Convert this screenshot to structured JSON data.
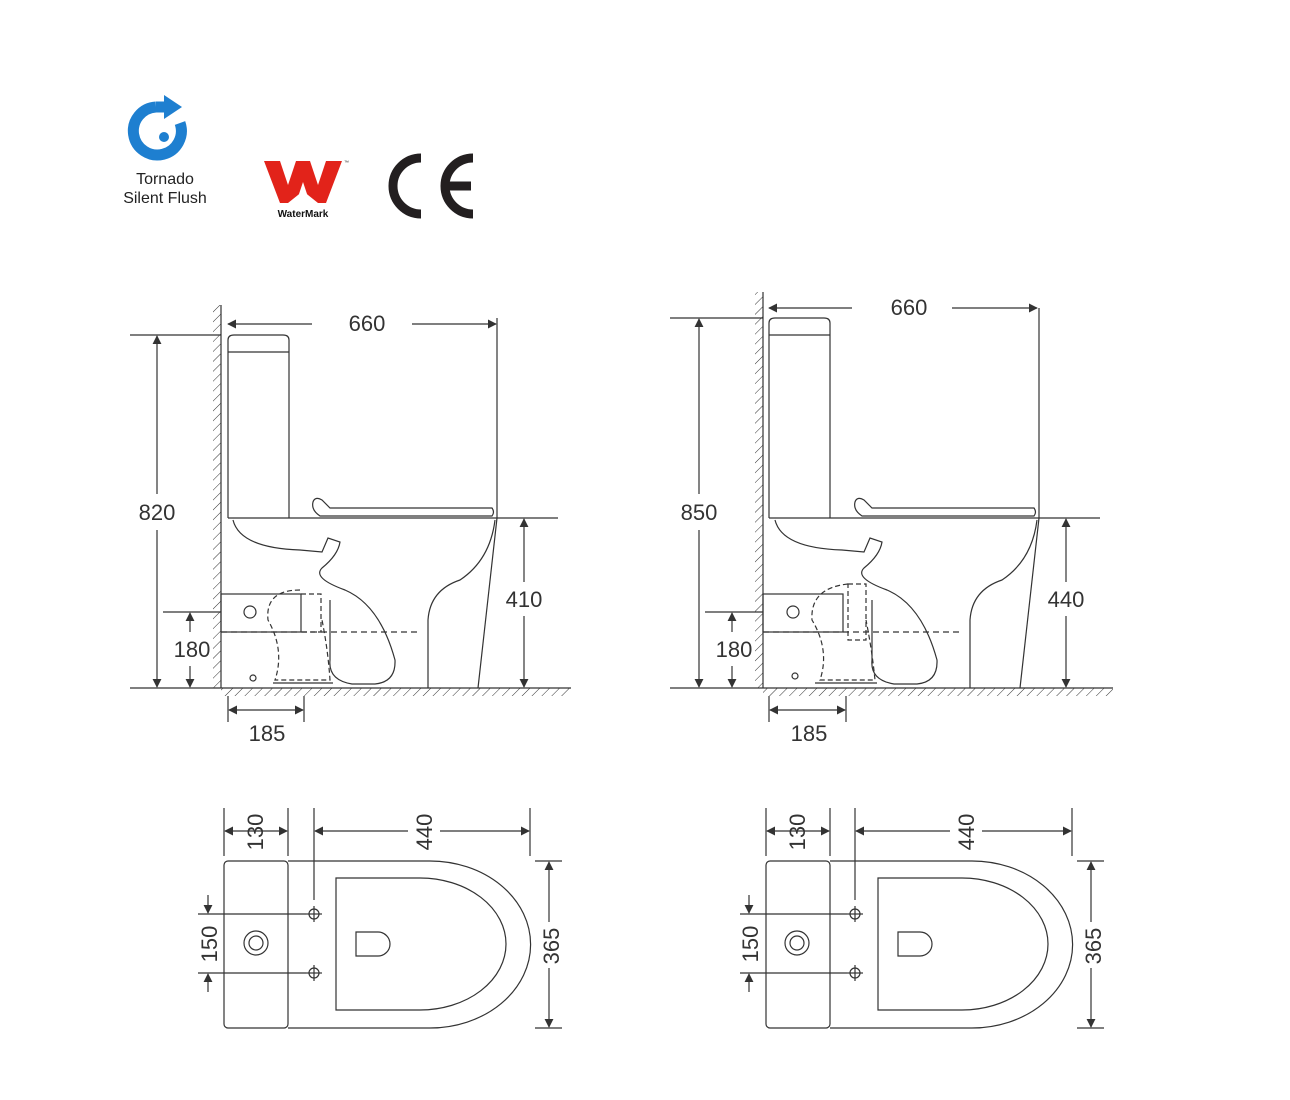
{
  "logos": {
    "tornado": {
      "line1": "Tornado",
      "line2": "Silent Flush",
      "icon": "tornado-swirl-icon",
      "color": "#1e7fd0"
    },
    "watermark": {
      "text": "WaterMark",
      "tm": "™",
      "color": "#e2231a"
    },
    "ce": {
      "text": "CE",
      "color": "#231f20"
    }
  },
  "elevation_left": {
    "overall_length": "660",
    "overall_height": "820",
    "seat_height": "410",
    "outlet_height": "180",
    "setout": "185"
  },
  "elevation_right": {
    "overall_length": "660",
    "overall_height": "850",
    "seat_height": "440",
    "outlet_height": "180",
    "setout": "185"
  },
  "plan_left": {
    "cistern_depth": "130",
    "bowl_length": "440",
    "fixing_spacing": "150",
    "width": "365"
  },
  "plan_right": {
    "cistern_depth": "130",
    "bowl_length": "440",
    "fixing_spacing": "150",
    "width": "365"
  },
  "colors": {
    "line": "#333333",
    "background": "#ffffff"
  }
}
